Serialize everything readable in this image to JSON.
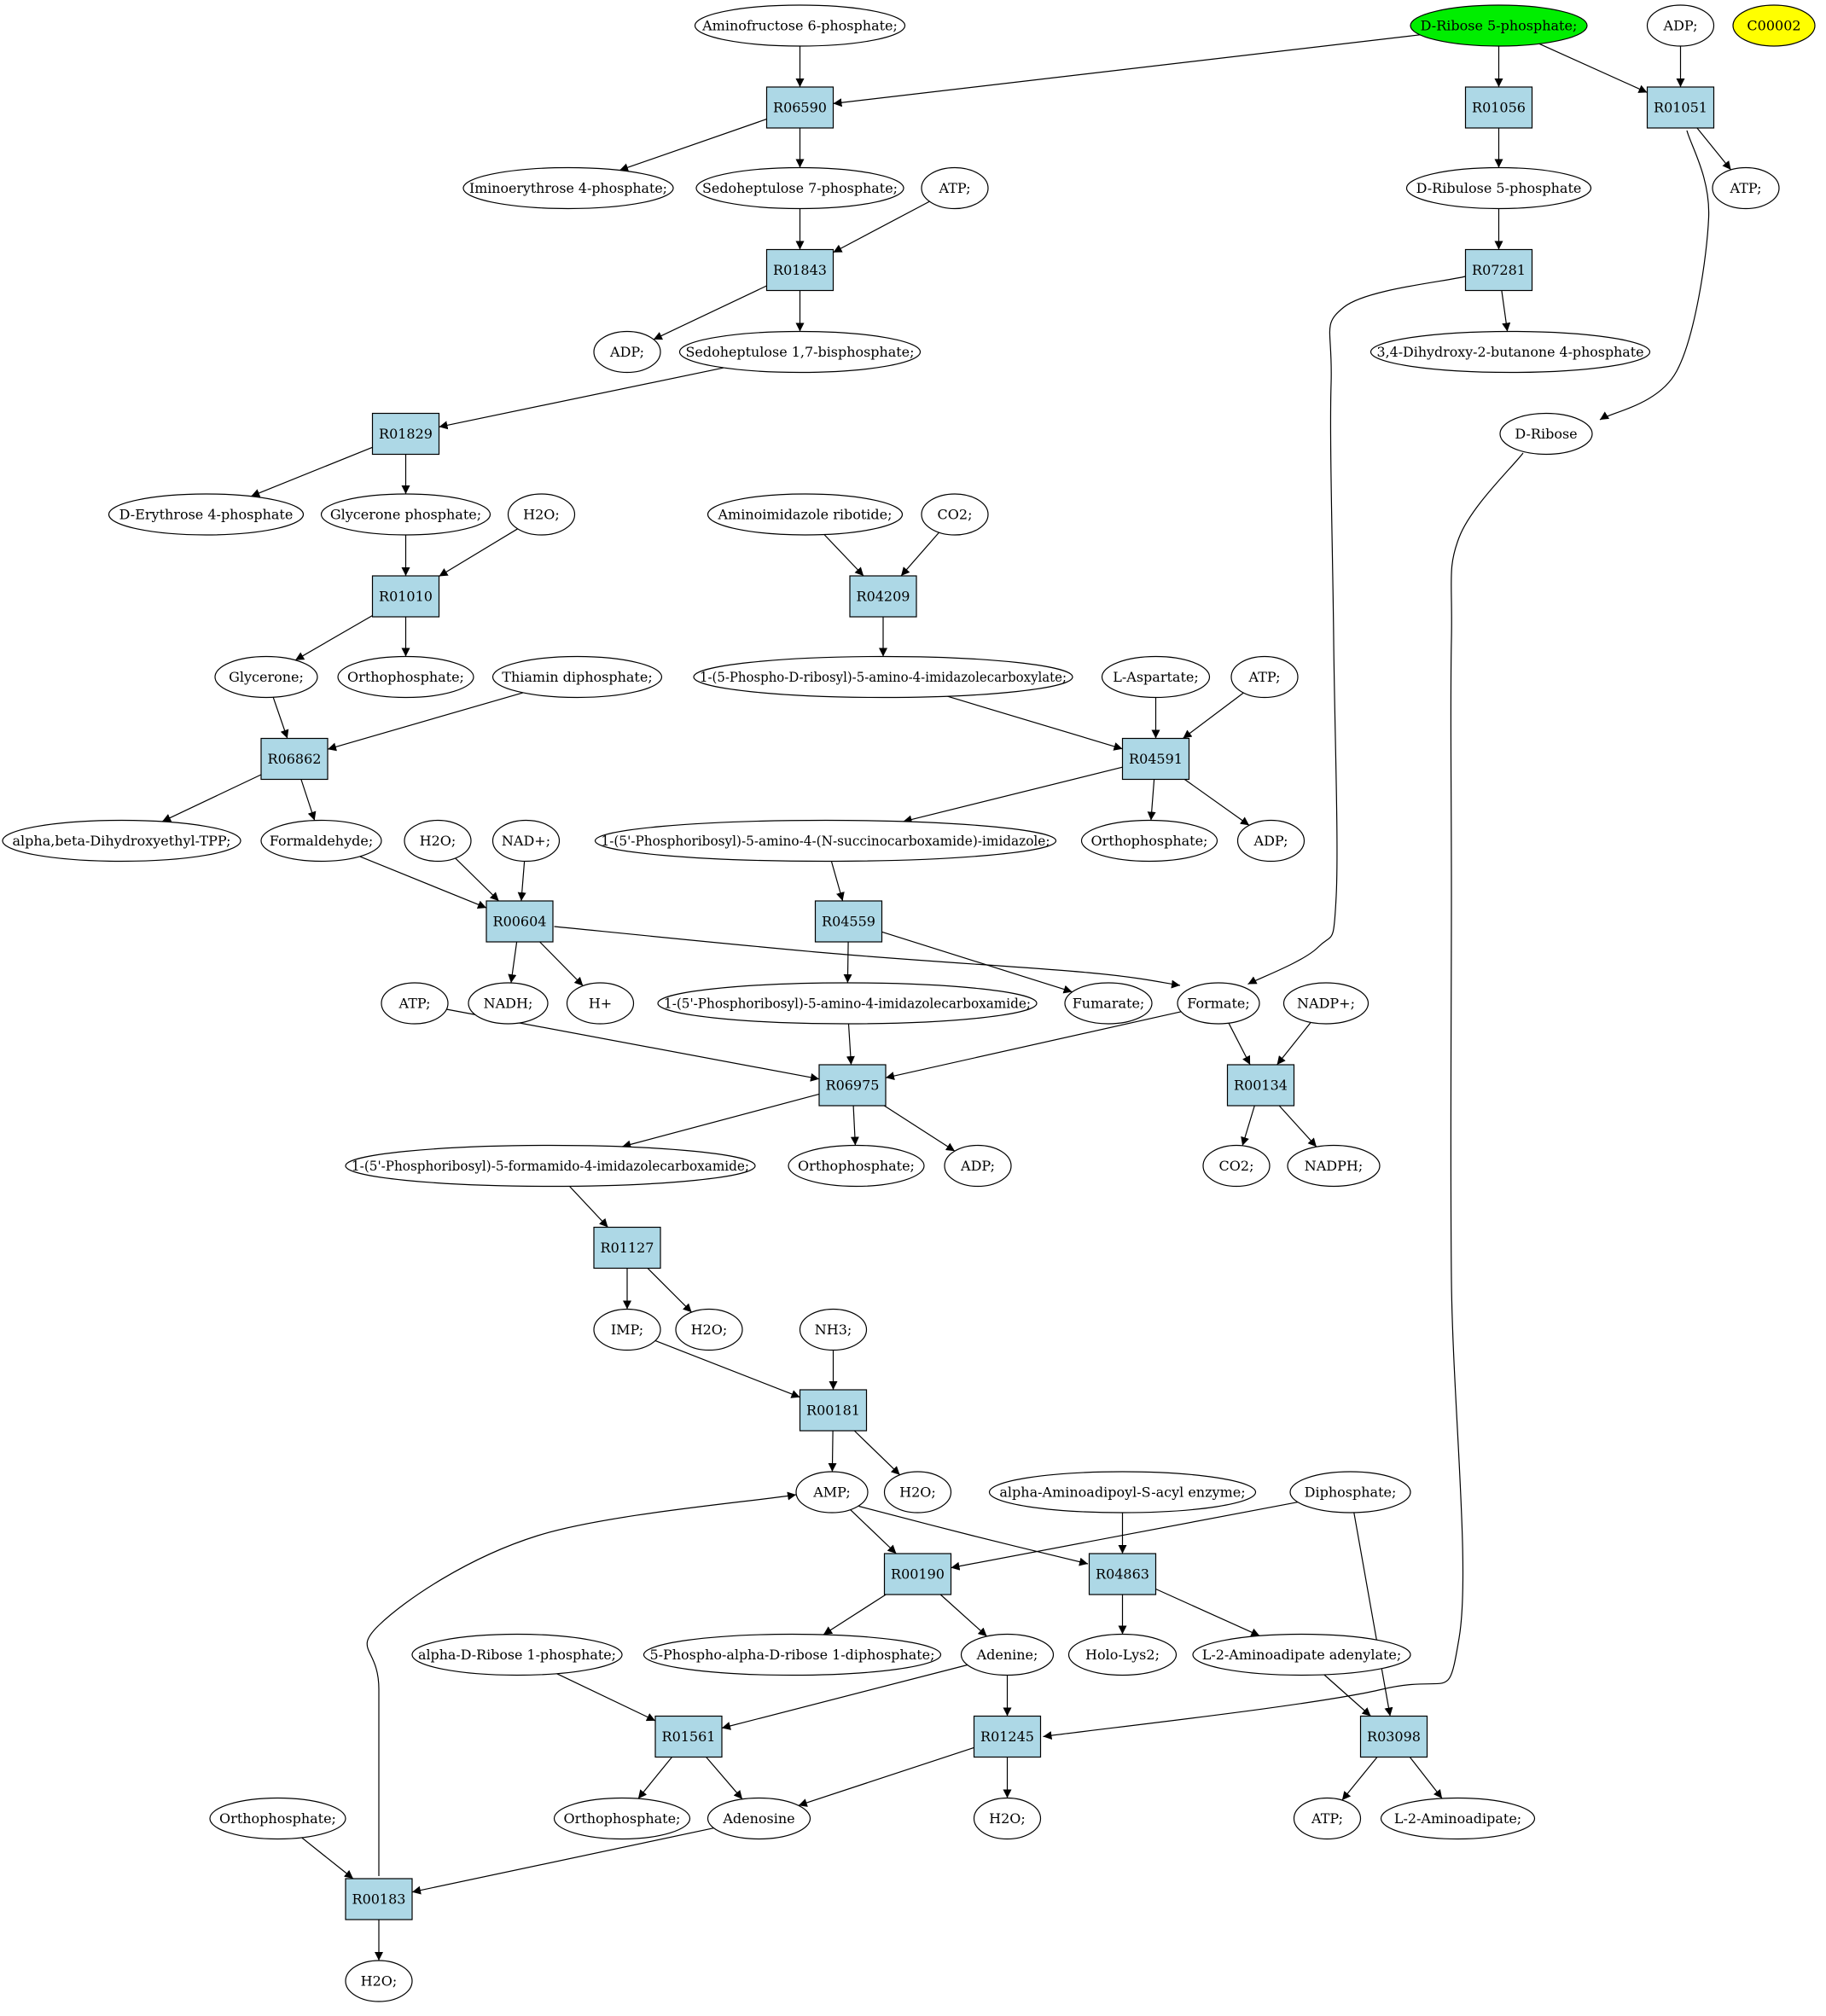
{
  "colors": {
    "reaction_fill": "#add8e6",
    "compound_fill": "#ffffff",
    "start_fill": "#00ee00",
    "query_fill": "#ffff00",
    "stroke": "#000000"
  },
  "nodes": {
    "r06590": {
      "type": "reaction",
      "label": "R06590"
    },
    "r01056": {
      "type": "reaction",
      "label": "R01056"
    },
    "r01051": {
      "type": "reaction",
      "label": "R01051"
    },
    "r01843": {
      "type": "reaction",
      "label": "R01843"
    },
    "r07281": {
      "type": "reaction",
      "label": "R07281"
    },
    "r01829": {
      "type": "reaction",
      "label": "R01829"
    },
    "r01010": {
      "type": "reaction",
      "label": "R01010"
    },
    "r04209": {
      "type": "reaction",
      "label": "R04209"
    },
    "r06862": {
      "type": "reaction",
      "label": "R06862"
    },
    "r04591": {
      "type": "reaction",
      "label": "R04591"
    },
    "r00604": {
      "type": "reaction",
      "label": "R00604"
    },
    "r04559": {
      "type": "reaction",
      "label": "R04559"
    },
    "r06975": {
      "type": "reaction",
      "label": "R06975"
    },
    "r00134": {
      "type": "reaction",
      "label": "R00134"
    },
    "r01127": {
      "type": "reaction",
      "label": "R01127"
    },
    "r00181": {
      "type": "reaction",
      "label": "R00181"
    },
    "r00190": {
      "type": "reaction",
      "label": "R00190"
    },
    "r04863": {
      "type": "reaction",
      "label": "R04863"
    },
    "r01561": {
      "type": "reaction",
      "label": "R01561"
    },
    "r01245": {
      "type": "reaction",
      "label": "R01245"
    },
    "r03098": {
      "type": "reaction",
      "label": "R03098"
    },
    "r00183": {
      "type": "reaction",
      "label": "R00183"
    },
    "c_aminofructose": {
      "type": "compound",
      "label": "Aminofructose 6-phosphate;"
    },
    "c_ribose5p": {
      "type": "start",
      "label": "D-Ribose 5-phosphate;"
    },
    "c_adp_top": {
      "type": "compound",
      "label": "ADP;"
    },
    "c_c00002": {
      "type": "query",
      "label": "C00002"
    },
    "c_iminoerythrose": {
      "type": "compound",
      "label": "Iminoerythrose 4-phosphate;"
    },
    "c_sedo7p": {
      "type": "compound",
      "label": "Sedoheptulose 7-phosphate;"
    },
    "c_atp_1843": {
      "type": "compound",
      "label": "ATP;"
    },
    "c_ribulose5p": {
      "type": "compound",
      "label": "D-Ribulose 5-phosphate"
    },
    "c_atp_1051": {
      "type": "compound",
      "label": "ATP;"
    },
    "c_adp_1843": {
      "type": "compound",
      "label": "ADP;"
    },
    "c_sedo17bp": {
      "type": "compound",
      "label": "Sedoheptulose 1,7-bisphosphate;"
    },
    "c_dihydroxybutanone": {
      "type": "compound",
      "label": "3,4-Dihydroxy-2-butanone 4-phosphate"
    },
    "c_ribose": {
      "type": "compound",
      "label": "D-Ribose"
    },
    "c_erythrose4p": {
      "type": "compound",
      "label": "D-Erythrose 4-phosphate"
    },
    "c_glyceronep": {
      "type": "compound",
      "label": "Glycerone phosphate;"
    },
    "c_h2o_1010": {
      "type": "compound",
      "label": "H2O;"
    },
    "c_air": {
      "type": "compound",
      "label": "Aminoimidazole ribotide;"
    },
    "c_co2_4209": {
      "type": "compound",
      "label": "CO2;"
    },
    "c_glycerone": {
      "type": "compound",
      "label": "Glycerone;"
    },
    "c_orthop_1010": {
      "type": "compound",
      "label": "Orthophosphate;"
    },
    "c_thiamin": {
      "type": "compound",
      "label": "Thiamin diphosphate;"
    },
    "c_cair": {
      "type": "compound",
      "label": "1-(5-Phospho-D-ribosyl)-5-amino-4-imidazolecarboxylate;"
    },
    "c_aspartate": {
      "type": "compound",
      "label": "L-Aspartate;"
    },
    "c_atp_4591": {
      "type": "compound",
      "label": "ATP;"
    },
    "c_dhe_tpp": {
      "type": "compound",
      "label": "alpha,beta-Dihydroxyethyl-TPP;"
    },
    "c_formaldehyde": {
      "type": "compound",
      "label": "Formaldehyde;"
    },
    "c_h2o_604": {
      "type": "compound",
      "label": "H2O;"
    },
    "c_nad": {
      "type": "compound",
      "label": "NAD+;"
    },
    "c_saicar": {
      "type": "compound",
      "label": "1-(5'-Phosphoribosyl)-5-amino-4-(N-succinocarboxamide)-imidazole;"
    },
    "c_orthop_4591": {
      "type": "compound",
      "label": "Orthophosphate;"
    },
    "c_adp_4591": {
      "type": "compound",
      "label": "ADP;"
    },
    "c_atp_6975": {
      "type": "compound",
      "label": "ATP;"
    },
    "c_nadh": {
      "type": "compound",
      "label": "NADH;"
    },
    "c_hplus": {
      "type": "compound",
      "label": "H+"
    },
    "c_aicar": {
      "type": "compound",
      "label": "1-(5'-Phosphoribosyl)-5-amino-4-imidazolecarboxamide;"
    },
    "c_fumarate": {
      "type": "compound",
      "label": "Fumarate;"
    },
    "c_formate": {
      "type": "compound",
      "label": "Formate;"
    },
    "c_nadp": {
      "type": "compound",
      "label": "NADP+;"
    },
    "c_faicar": {
      "type": "compound",
      "label": "1-(5'-Phosphoribosyl)-5-formamido-4-imidazolecarboxamide;"
    },
    "c_orthop_6975": {
      "type": "compound",
      "label": "Orthophosphate;"
    },
    "c_adp_6975": {
      "type": "compound",
      "label": "ADP;"
    },
    "c_co2_134": {
      "type": "compound",
      "label": "CO2;"
    },
    "c_nadph": {
      "type": "compound",
      "label": "NADPH;"
    },
    "c_imp": {
      "type": "compound",
      "label": "IMP;"
    },
    "c_h2o_1127": {
      "type": "compound",
      "label": "H2O;"
    },
    "c_nh3": {
      "type": "compound",
      "label": "NH3;"
    },
    "c_amp": {
      "type": "compound",
      "label": "AMP;"
    },
    "c_h2o_181": {
      "type": "compound",
      "label": "H2O;"
    },
    "c_aminoadipoyl": {
      "type": "compound",
      "label": "alpha-Aminoadipoyl-S-acyl enzyme;"
    },
    "c_diphosphate": {
      "type": "compound",
      "label": "Diphosphate;"
    },
    "c_ribose1p": {
      "type": "compound",
      "label": "alpha-D-Ribose 1-phosphate;"
    },
    "c_prpp": {
      "type": "compound",
      "label": "5-Phospho-alpha-D-ribose 1-diphosphate;"
    },
    "c_adenine": {
      "type": "compound",
      "label": "Adenine;"
    },
    "c_hololys2": {
      "type": "compound",
      "label": "Holo-Lys2;"
    },
    "c_aminoadipate_aden": {
      "type": "compound",
      "label": "L-2-Aminoadipate adenylate;"
    },
    "c_orthop_183": {
      "type": "compound",
      "label": "Orthophosphate;"
    },
    "c_orthop_1561": {
      "type": "compound",
      "label": "Orthophosphate;"
    },
    "c_adenosine": {
      "type": "compound",
      "label": "Adenosine"
    },
    "c_h2o_1245": {
      "type": "compound",
      "label": "H2O;"
    },
    "c_atp_3098": {
      "type": "compound",
      "label": "ATP;"
    },
    "c_aminoadipate": {
      "type": "compound",
      "label": "L-2-Aminoadipate;"
    },
    "c_h2o_183": {
      "type": "compound",
      "label": "H2O;"
    }
  },
  "edges": [
    [
      "c_aminofructose",
      "r06590"
    ],
    [
      "c_ribose5p",
      "r06590"
    ],
    [
      "c_ribose5p",
      "r01056"
    ],
    [
      "c_ribose5p",
      "r01051"
    ],
    [
      "c_adp_top",
      "r01051"
    ],
    [
      "r06590",
      "c_iminoerythrose"
    ],
    [
      "r06590",
      "c_sedo7p"
    ],
    [
      "r01051",
      "c_atp_1051"
    ],
    [
      "r01051",
      "c_ribose"
    ],
    [
      "r01056",
      "c_ribulose5p"
    ],
    [
      "c_sedo7p",
      "r01843"
    ],
    [
      "c_atp_1843",
      "r01843"
    ],
    [
      "r01843",
      "c_adp_1843"
    ],
    [
      "r01843",
      "c_sedo17bp"
    ],
    [
      "c_ribulose5p",
      "r07281"
    ],
    [
      "r07281",
      "c_dihydroxybutanone"
    ],
    [
      "r07281",
      "c_formate"
    ],
    [
      "c_sedo17bp",
      "r01829"
    ],
    [
      "r01829",
      "c_erythrose4p"
    ],
    [
      "r01829",
      "c_glyceronep"
    ],
    [
      "c_glyceronep",
      "r01010"
    ],
    [
      "c_h2o_1010",
      "r01010"
    ],
    [
      "r01010",
      "c_glycerone"
    ],
    [
      "r01010",
      "c_orthop_1010"
    ],
    [
      "c_air",
      "r04209"
    ],
    [
      "c_co2_4209",
      "r04209"
    ],
    [
      "r04209",
      "c_cair"
    ],
    [
      "c_glycerone",
      "r06862"
    ],
    [
      "c_thiamin",
      "r06862"
    ],
    [
      "r06862",
      "c_dhe_tpp"
    ],
    [
      "r06862",
      "c_formaldehyde"
    ],
    [
      "c_cair",
      "r04591"
    ],
    [
      "c_aspartate",
      "r04591"
    ],
    [
      "c_atp_4591",
      "r04591"
    ],
    [
      "r04591",
      "c_saicar"
    ],
    [
      "r04591",
      "c_orthop_4591"
    ],
    [
      "r04591",
      "c_adp_4591"
    ],
    [
      "c_formaldehyde",
      "r00604"
    ],
    [
      "c_h2o_604",
      "r00604"
    ],
    [
      "c_nad",
      "r00604"
    ],
    [
      "r00604",
      "c_nadh"
    ],
    [
      "r00604",
      "c_hplus"
    ],
    [
      "r00604",
      "c_formate"
    ],
    [
      "c_saicar",
      "r04559"
    ],
    [
      "r04559",
      "c_aicar"
    ],
    [
      "r04559",
      "c_fumarate"
    ],
    [
      "c_atp_6975",
      "r06975"
    ],
    [
      "c_aicar",
      "r06975"
    ],
    [
      "c_formate",
      "r06975"
    ],
    [
      "c_formate",
      "r00134"
    ],
    [
      "c_nadp",
      "r00134"
    ],
    [
      "r06975",
      "c_faicar"
    ],
    [
      "r06975",
      "c_orthop_6975"
    ],
    [
      "r06975",
      "c_adp_6975"
    ],
    [
      "r00134",
      "c_co2_134"
    ],
    [
      "r00134",
      "c_nadph"
    ],
    [
      "c_faicar",
      "r01127"
    ],
    [
      "r01127",
      "c_imp"
    ],
    [
      "r01127",
      "c_h2o_1127"
    ],
    [
      "c_imp",
      "r00181"
    ],
    [
      "c_nh3",
      "r00181"
    ],
    [
      "r00181",
      "c_amp"
    ],
    [
      "r00181",
      "c_h2o_181"
    ],
    [
      "c_amp",
      "r00190"
    ],
    [
      "c_diphosphate",
      "r00190"
    ],
    [
      "c_amp",
      "r04863"
    ],
    [
      "c_aminoadipoyl",
      "r04863"
    ],
    [
      "r00190",
      "c_prpp"
    ],
    [
      "r00190",
      "c_adenine"
    ],
    [
      "r04863",
      "c_hololys2"
    ],
    [
      "r04863",
      "c_aminoadipate_aden"
    ],
    [
      "c_ribose1p",
      "r01561"
    ],
    [
      "c_adenine",
      "r01561"
    ],
    [
      "c_adenine",
      "r01245"
    ],
    [
      "c_ribose",
      "r01245"
    ],
    [
      "c_aminoadipate_aden",
      "r03098"
    ],
    [
      "c_diphosphate",
      "r03098"
    ],
    [
      "r01561",
      "c_orthop_1561"
    ],
    [
      "r01561",
      "c_adenosine"
    ],
    [
      "r01245",
      "c_adenosine"
    ],
    [
      "r01245",
      "c_h2o_1245"
    ],
    [
      "r03098",
      "c_atp_3098"
    ],
    [
      "r03098",
      "c_aminoadipate"
    ],
    [
      "c_orthop_183",
      "r00183"
    ],
    [
      "c_adenosine",
      "r00183"
    ],
    [
      "r00183",
      "c_h2o_183"
    ],
    [
      "r00183",
      "c_amp"
    ]
  ]
}
